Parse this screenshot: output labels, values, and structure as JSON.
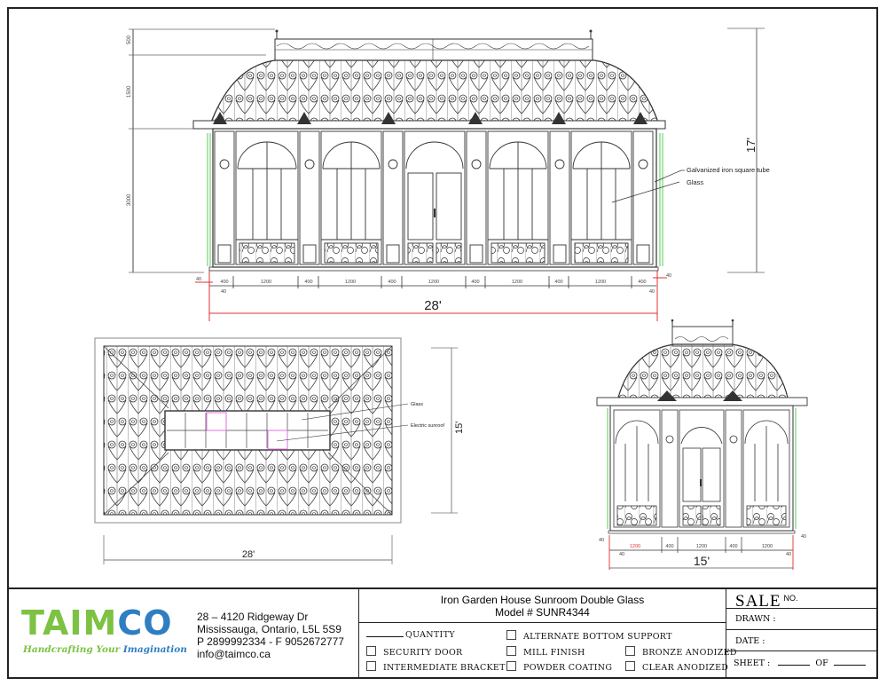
{
  "drawing": {
    "front_elevation": {
      "vertical_dims": [
        "500",
        "1500",
        "3000"
      ],
      "overall_height": "17'",
      "bay_dims": [
        "400",
        "1200",
        "400",
        "1200",
        "400",
        "1200",
        "400",
        "1200",
        "400",
        "1200",
        "400"
      ],
      "edge_dims": [
        "40",
        "40",
        "40",
        "40"
      ],
      "overall_width": "28'",
      "callouts": [
        "Galvanized iron square tube",
        "Glass"
      ]
    },
    "roof_plan": {
      "callouts": [
        "Glass",
        "Electric sunroof"
      ],
      "width": "28'",
      "depth": "15'"
    },
    "side_elevation": {
      "bay_dims": [
        "1200",
        "400",
        "1200",
        "400",
        "1200"
      ],
      "edge_dims": [
        "40",
        "40",
        "40",
        "40"
      ],
      "overall_width": "15'"
    }
  },
  "title_block": {
    "logo": {
      "part1": "TAIM",
      "part2": "CO",
      "tagline1": "Handcrafting Your ",
      "tagline2": "Imagination"
    },
    "address": {
      "line1": "28 – 4120 Ridgeway Dr",
      "line2": "Mississauga, Ontario, L5L 5S9",
      "line3": "P 2899992334 - F 9052672777",
      "line4": "info@taimco.ca"
    },
    "product": {
      "title": "Iron Garden House Sunroom Double Glass",
      "model": "Model # SUNR4344"
    },
    "options": {
      "quantity": "QUANTITY",
      "alt_bottom": "ALTERNATE BOTTOM SUPPORT",
      "security_door": "SECURITY DOOR",
      "mill_finish": "MILL FINISH",
      "bronze": "BRONZE ANODIZED",
      "intermediate": "INTERMEDIATE BRACKET",
      "powder": "POWDER COATING",
      "clear": "CLEAR ANODIZED"
    },
    "right": {
      "sale": "SALE",
      "sale_no": "NO.",
      "drawn": "DRAWN :",
      "date": "DATE :",
      "sheet": "SHEET :",
      "of": "OF"
    }
  },
  "colors": {
    "line": "#333333",
    "dim_red": "#e03030",
    "green": "#55cc55",
    "magenta": "#e070e0",
    "logo_green": "#7dc242",
    "logo_blue": "#2f7ec2"
  }
}
